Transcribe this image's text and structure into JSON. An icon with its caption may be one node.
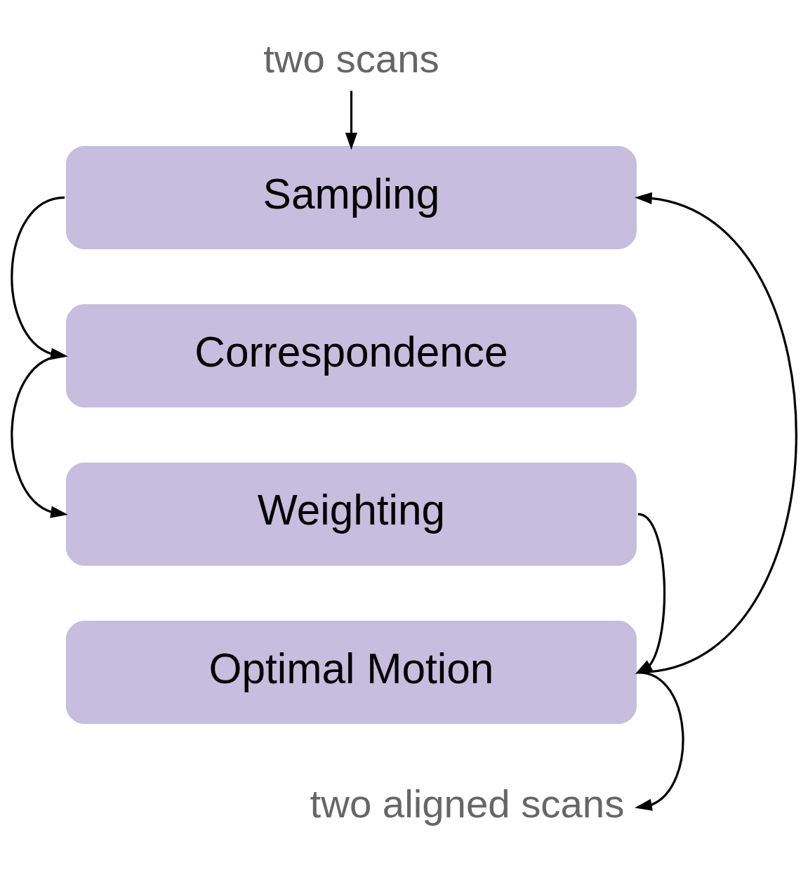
{
  "diagram": {
    "nodes": [
      {
        "text": [
          "two scans"
        ]
      },
      {
        "text": [
          "Sampling"
        ]
      },
      {
        "text": [
          "Correspondence"
        ]
      },
      {
        "text": [
          "Weighting"
        ]
      },
      {
        "text": [
          "Optimal Motion"
        ]
      },
      {
        "text": [
          "two aligned scans"
        ]
      }
    ],
    "edges": [
      {
        "from": 0,
        "to": 1,
        "arrow": "to"
      },
      {
        "from": 1,
        "to": 2,
        "arrow": "to"
      },
      {
        "from": 2,
        "to": 3,
        "arrow": "to"
      },
      {
        "from": 3,
        "to": 4,
        "arrow": "to"
      },
      {
        "from": 4,
        "to": 1,
        "arrow": "to"
      },
      {
        "from": 4,
        "to": 5,
        "arrow": "to"
      }
    ]
  }
}
